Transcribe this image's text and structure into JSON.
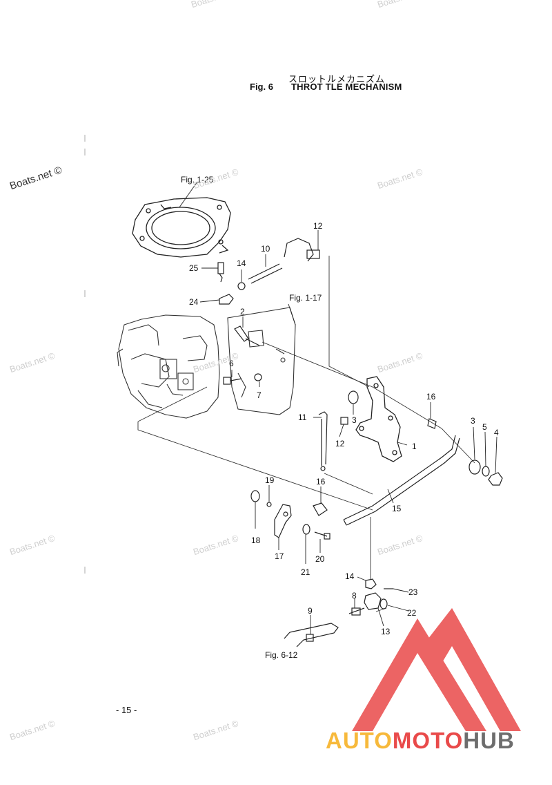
{
  "figure": {
    "title_jp": "スロットルメカニズム",
    "fig_label": "Fig. 6",
    "title": "THROT TLE MECHANISM",
    "page_number": "- 15 -"
  },
  "references": {
    "fig_1_25": "Fig. 1-25",
    "fig_1_17": "Fig. 1-17",
    "fig_6_12": "Fig. 6-12"
  },
  "callouts": {
    "c1": "1",
    "c2": "2",
    "c3a": "3",
    "c3b": "3",
    "c4": "4",
    "c5": "5",
    "c6": "6",
    "c7": "7",
    "c8": "8",
    "c9": "9",
    "c10": "10",
    "c11": "11",
    "c12a": "12",
    "c12b": "12",
    "c13": "13",
    "c14a": "14",
    "c14b": "14",
    "c15": "15",
    "c16a": "16",
    "c16b": "16",
    "c17": "17",
    "c18": "18",
    "c19": "19",
    "c20": "20",
    "c21": "21",
    "c22": "22",
    "c23": "23",
    "c24": "24",
    "c25": "25"
  },
  "watermark": "Boats.net ©",
  "logo": {
    "part1": "AUTO",
    "part2": "MOTO",
    "part3": "HUB"
  },
  "colors": {
    "logo_red": "#e94a4a",
    "logo_yellow": "#f7b93b",
    "logo_gray": "#6d6d6d"
  }
}
